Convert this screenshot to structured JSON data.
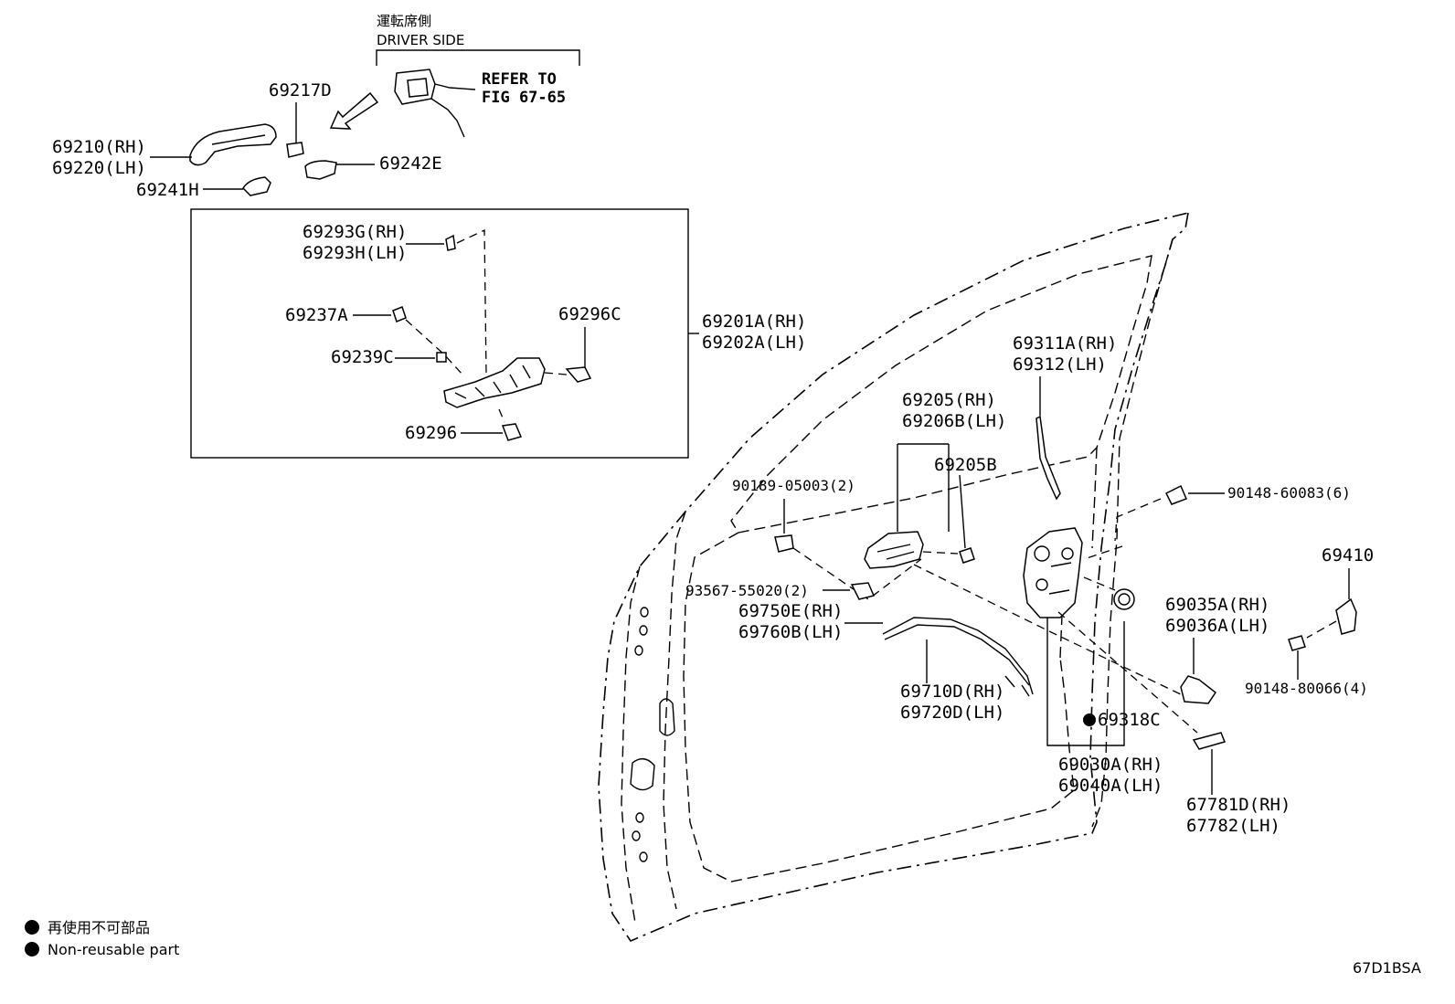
{
  "header": {
    "jp": "運転席側",
    "en": "DRIVER SIDE"
  },
  "refer": {
    "line1": "REFER TO",
    "line2": "FIG 67-65"
  },
  "labels": {
    "p69217D": "69217D",
    "p69210": "69210(RH)",
    "p69220": "69220(LH)",
    "p69242E": "69242E",
    "p69241H": "69241H",
    "p69293G": "69293G(RH)",
    "p69293H": "69293H(LH)",
    "p69237A": "69237A",
    "p69296C": "69296C",
    "p69239C": "69239C",
    "p69296": "69296",
    "p69201A": "69201A(RH)",
    "p69202A": "69202A(LH)",
    "p69311A": "69311A(RH)",
    "p69312": "69312(LH)",
    "p69205": "69205(RH)",
    "p69206B": "69206B(LH)",
    "p69205B": "69205B",
    "p90189": "90189-05003(2)",
    "p90148a": "90148-60083(6)",
    "p93567": "93567-55020(2)",
    "p69750E": "69750E(RH)",
    "p69760B": "69760B(LH)",
    "p69410": "69410",
    "p69035A": "69035A(RH)",
    "p69036A": "69036A(LH)",
    "p90148b": "90148-80066(4)",
    "p69710D": "69710D(RH)",
    "p69720D": "69720D(LH)",
    "p69318C": "69318C",
    "p69030A": "69030A(RH)",
    "p69040A": "69040A(LH)",
    "p67781D": "67781D(RH)",
    "p67782": "67782(LH)"
  },
  "legend": {
    "jp": "再使用不可部品",
    "en": "Non-reusable part"
  },
  "figure_code": "67D1BSA"
}
